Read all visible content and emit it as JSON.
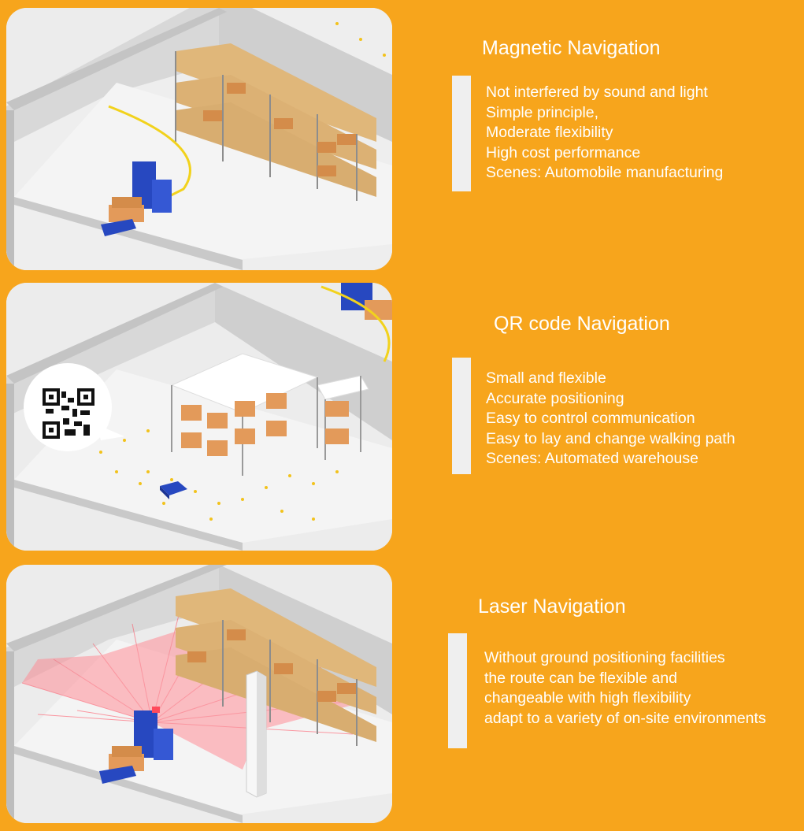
{
  "sections": [
    {
      "title": "Magnetic Navigation",
      "items": [
        "Not interfered by sound and light",
        "Simple principle,",
        "Moderate flexibility",
        "High cost performance",
        "Scenes: Automobile manufacturing"
      ]
    },
    {
      "title": "QR code Navigation",
      "items": [
        "Small and flexible",
        "Accurate positioning",
        "Easy to control communication",
        "Easy to lay and change walking path",
        "Scenes: Automated warehouse"
      ]
    },
    {
      "title": "Laser Navigation",
      "items": [
        "Without ground positioning facilities",
        "the route can be flexible and",
        "changeable with high flexibility",
        "adapt to a variety of on-site environments"
      ]
    }
  ],
  "icons": [
    "warehouse-illustration",
    "qr-code-icon",
    "agv-forklift-icon",
    "laser-scanner-icon"
  ],
  "colors": {
    "background": "#F7A51C",
    "text": "#FFFFFF",
    "accent_bar": "#EFEFEF",
    "agv": "#2748C0",
    "magnetic_tape": "#F2D21C",
    "laser": "#FF5A6A"
  }
}
